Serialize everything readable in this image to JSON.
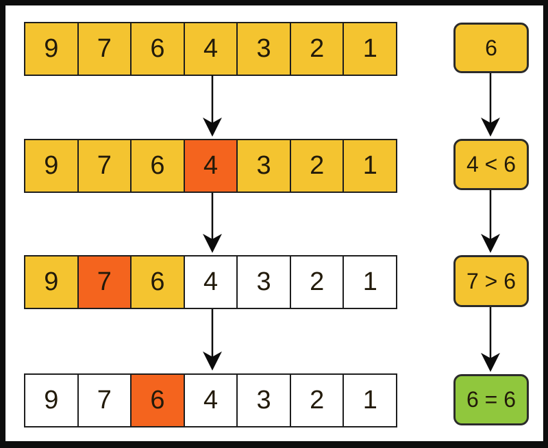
{
  "colors": {
    "cell_default": "#f4c430",
    "cell_active": "#f4641e",
    "cell_open": "#ffffff",
    "cell_match": "#90c73d",
    "border": "#1d1d1d",
    "box_border": "#2b2b2b",
    "text": "#221a0a",
    "arrow": "#0b0b0b"
  },
  "steps": [
    {
      "array": [
        {
          "value": "9",
          "state": "default"
        },
        {
          "value": "7",
          "state": "default"
        },
        {
          "value": "6",
          "state": "default"
        },
        {
          "value": "4",
          "state": "default"
        },
        {
          "value": "3",
          "state": "default"
        },
        {
          "value": "2",
          "state": "default"
        },
        {
          "value": "1",
          "state": "default"
        }
      ],
      "compare": {
        "label": "6",
        "state": "default"
      }
    },
    {
      "array": [
        {
          "value": "9",
          "state": "default"
        },
        {
          "value": "7",
          "state": "default"
        },
        {
          "value": "6",
          "state": "default"
        },
        {
          "value": "4",
          "state": "active"
        },
        {
          "value": "3",
          "state": "default"
        },
        {
          "value": "2",
          "state": "default"
        },
        {
          "value": "1",
          "state": "default"
        }
      ],
      "compare": {
        "label": "4 < 6",
        "state": "default"
      }
    },
    {
      "array": [
        {
          "value": "9",
          "state": "default"
        },
        {
          "value": "7",
          "state": "active"
        },
        {
          "value": "6",
          "state": "default"
        },
        {
          "value": "4",
          "state": "open"
        },
        {
          "value": "3",
          "state": "open"
        },
        {
          "value": "2",
          "state": "open"
        },
        {
          "value": "1",
          "state": "open"
        }
      ],
      "compare": {
        "label": "7 > 6",
        "state": "default"
      }
    },
    {
      "array": [
        {
          "value": "9",
          "state": "open"
        },
        {
          "value": "7",
          "state": "open"
        },
        {
          "value": "6",
          "state": "active"
        },
        {
          "value": "4",
          "state": "open"
        },
        {
          "value": "3",
          "state": "open"
        },
        {
          "value": "2",
          "state": "open"
        },
        {
          "value": "1",
          "state": "open"
        }
      ],
      "compare": {
        "label": "6 = 6",
        "state": "match"
      }
    }
  ]
}
